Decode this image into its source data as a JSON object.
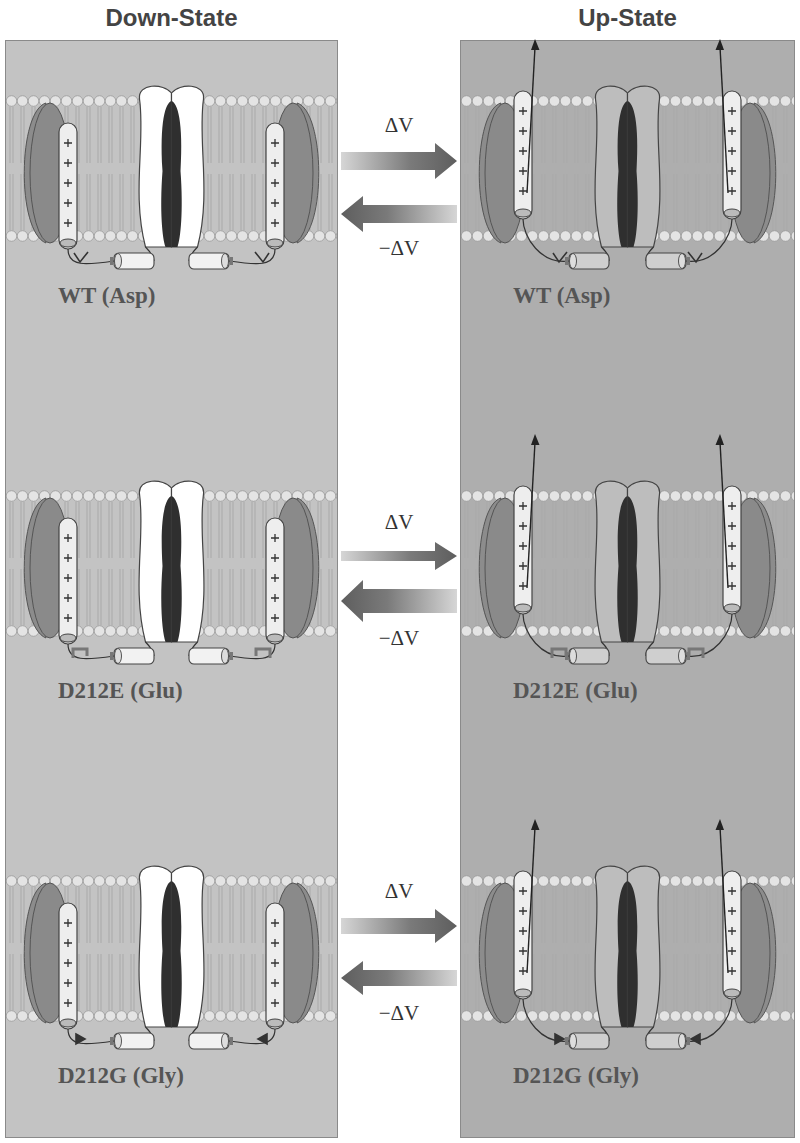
{
  "diagram": {
    "nodes": [
      {
        "text": [
          "Down-State"
        ]
      },
      {
        "text": [
          "WT (Asp)"
        ],
        "in": 0
      },
      {
        "text": [
          "D212E (Glu)"
        ],
        "in": 0
      },
      {
        "text": [
          "D212G (Gly)"
        ],
        "in": 0
      },
      {
        "text": [
          "Up-State"
        ]
      },
      {
        "text": [
          "WT (Asp)"
        ],
        "in": 4
      },
      {
        "text": [
          "D212E (Glu)"
        ],
        "in": 4
      },
      {
        "text": [
          "D212G (Gly)"
        ],
        "in": 4
      }
    ],
    "edges": [
      {
        "from": 1,
        "to": 5,
        "label": "ΔV",
        "arrow": "to"
      },
      {
        "from": 5,
        "to": 1,
        "label": "−ΔV",
        "arrow": "to"
      },
      {
        "from": 2,
        "to": 6,
        "label": "ΔV",
        "arrow": "to"
      },
      {
        "from": 6,
        "to": 2,
        "label": "−ΔV",
        "arrow": "to"
      },
      {
        "from": 3,
        "to": 7,
        "label": "ΔV",
        "arrow": "to"
      },
      {
        "from": 7,
        "to": 3,
        "label": "−ΔV",
        "arrow": "to"
      }
    ]
  }
}
